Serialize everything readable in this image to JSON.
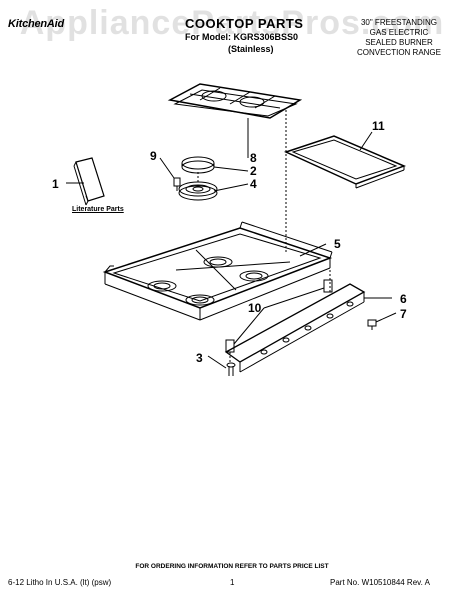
{
  "header": {
    "brand": "KitchenAid",
    "title": "COOKTOP PARTS",
    "model_line": "For Model: KGRS306BSS0",
    "finish": "(Stainless)",
    "product_type": [
      "30\" FREESTANDING",
      "GAS ELECTRIC",
      "SEALED BURNER",
      "CONVECTION RANGE"
    ]
  },
  "watermark": "AppliancePartsPros.com",
  "literature_label": "Literature Parts",
  "callouts": [
    "1",
    "2",
    "3",
    "4",
    "5",
    "6",
    "7",
    "8",
    "9",
    "10",
    "11"
  ],
  "footer": {
    "order_note": "FOR ORDERING INFORMATION REFER TO PARTS PRICE LIST",
    "left": "6-12 Litho In U.S.A. (lt) (psw)",
    "page": "1",
    "part_no": "Part No. W10510844 Rev. A"
  },
  "colors": {
    "line": "#000000",
    "watermark": "#aaaaaa"
  }
}
